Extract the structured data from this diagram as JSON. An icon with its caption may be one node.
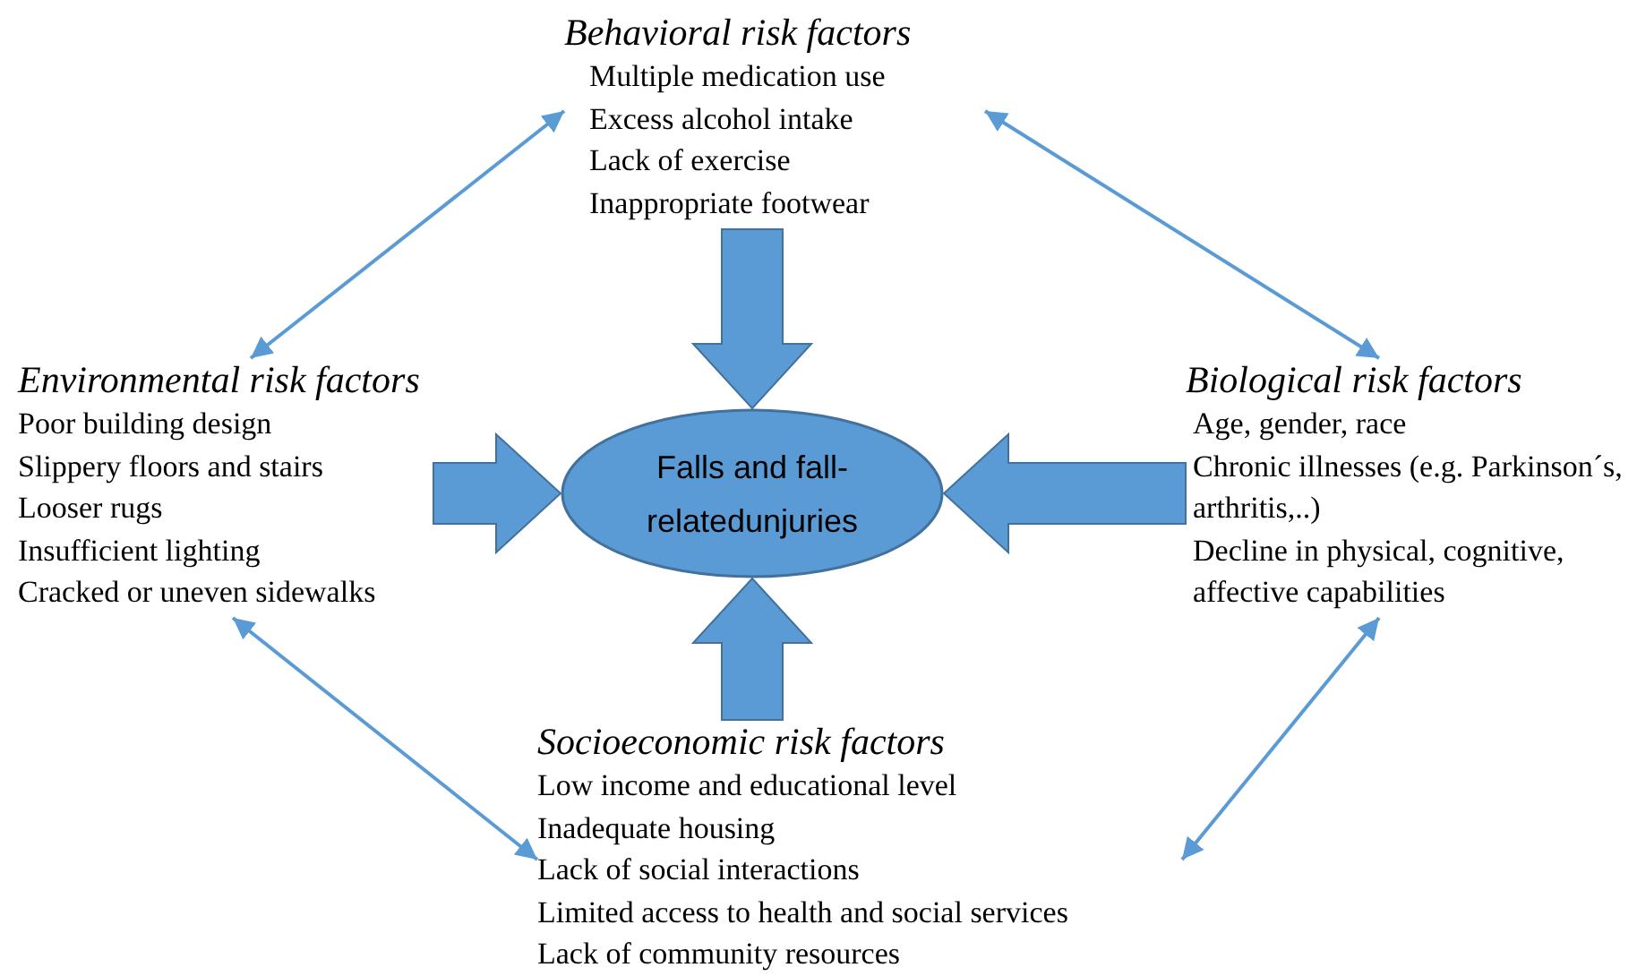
{
  "diagram": {
    "nodes": [
      {
        "text": [
          "Behavioral risk factors",
          "Multiple medication use",
          "Excess alcohol intake",
          "Lack of exercise",
          "Inappropriate footwear"
        ]
      },
      {
        "text": [
          "Environmental risk factors",
          "Poor building design",
          "Slippery floors and stairs",
          "Looser rugs",
          "Insufficient lighting",
          "Cracked or uneven sidewalks"
        ]
      },
      {
        "text": [
          "Falls and fall-relatedunjuries"
        ]
      },
      {
        "text": [
          "Biological risk factors",
          "Age, gender, race",
          "Chronic illnesses (e.g. Parkinson´s, arthritis,..)",
          "Decline in physical, cognitive, affective capabilities"
        ]
      },
      {
        "text": [
          "Socioeconomic risk factors",
          "Low income and educational level",
          "Inadequate housing",
          "Lack of social interactions",
          "Limited access to health and social services",
          "Lack of community resources"
        ]
      }
    ],
    "edges": [
      {
        "from": 0,
        "to": 2,
        "arrow": "to",
        "style": "thick"
      },
      {
        "from": 1,
        "to": 2,
        "arrow": "to",
        "style": "thick"
      },
      {
        "from": 3,
        "to": 2,
        "arrow": "to",
        "style": "thick"
      },
      {
        "from": 4,
        "to": 2,
        "arrow": "to",
        "style": "thick"
      },
      {
        "from": 1,
        "to": 0,
        "arrow": "both"
      },
      {
        "from": 0,
        "to": 3,
        "arrow": "both"
      },
      {
        "from": 1,
        "to": 4,
        "arrow": "both"
      },
      {
        "from": 4,
        "to": 3,
        "arrow": "both"
      }
    ]
  }
}
